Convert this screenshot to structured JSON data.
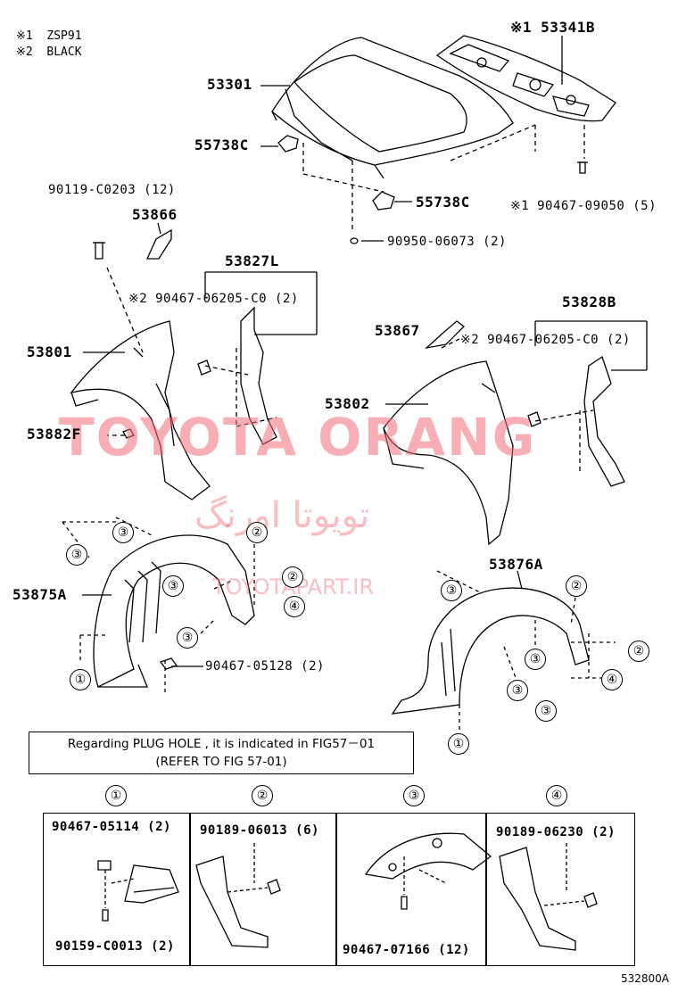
{
  "legend": [
    {
      "mark": "※1",
      "text": "ZSP91"
    },
    {
      "mark": "※2",
      "text": "BLACK"
    }
  ],
  "parts": {
    "p53301": "53301",
    "p53341b": "※1 53341B",
    "p55738c_a": "55738C",
    "p55738c_b": "55738C",
    "p90467_09050": "※1 90467-09050 (5)",
    "p90950_06073": "90950-06073 (2)",
    "p90119_c0203": "90119-C0203 (12)",
    "p53866": "53866",
    "p53827l": "53827L",
    "p90467_06205_l": "※2 90467-06205-C0 (2)",
    "p53801": "53801",
    "p53882f": "53882F",
    "p53867": "53867",
    "p53828b": "53828B",
    "p90467_06205_r": "※2 90467-06205-C0 (2)",
    "p53802": "53802",
    "p53875a": "53875A",
    "p53876a": "53876A",
    "p90467_05128": "90467-05128 (2)"
  },
  "note": {
    "line1": "Regarding PLUG HOLE , it is indicated in FIG57－01",
    "line2": "(REFER TO FIG 57-01)"
  },
  "detail_panels": [
    {
      "num": "①",
      "top_part": "90467-05114 (2)",
      "bottom_part": "90159-C0013 (2)"
    },
    {
      "num": "②",
      "top_part": "90189-06013 (6)"
    },
    {
      "num": "③",
      "bottom_part": "90467-07166 (12)"
    },
    {
      "num": "④",
      "top_part": "90189-06230 (2)"
    }
  ],
  "callouts": {
    "c1": "①",
    "c2": "②",
    "c3": "③",
    "c4": "④"
  },
  "watermark": {
    "latin": "TOYOTA ORANG",
    "persian": "تویوتا اورنگ",
    "url": "TOYOTAPART.IR"
  },
  "footer": "532800A"
}
